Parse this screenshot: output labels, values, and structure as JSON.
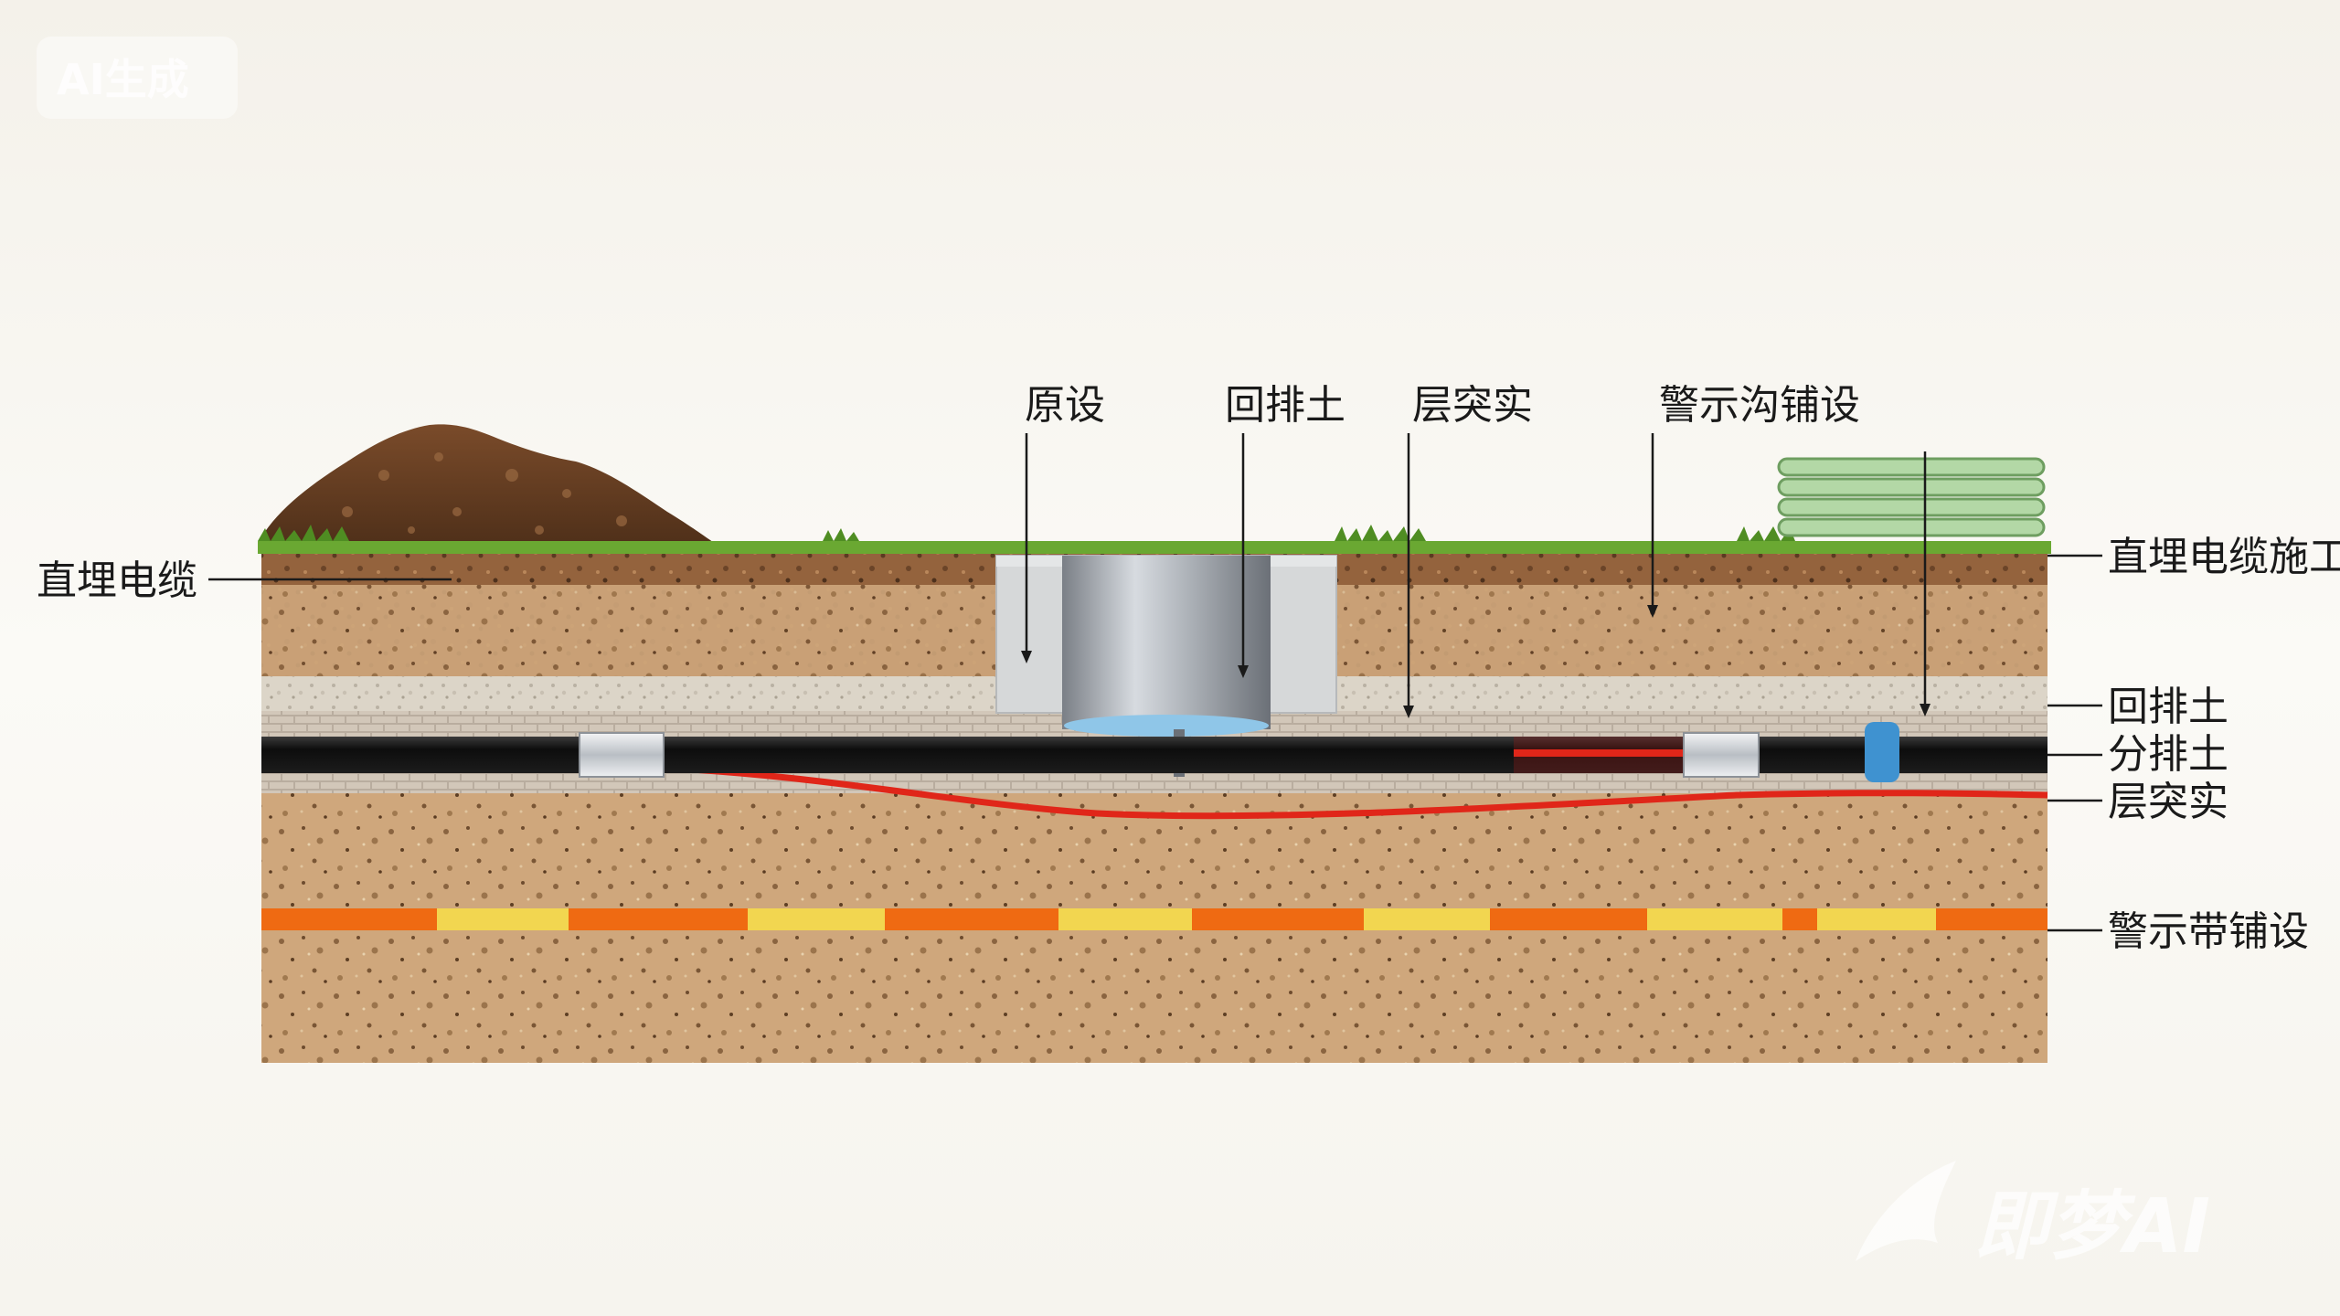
{
  "watermarks": {
    "ai_badge": "AI生成",
    "brand": "即梦AI"
  },
  "labels": {
    "top": {
      "yuanshe": "原设",
      "huipaitu": "回排土",
      "cengtushi": "层突实",
      "jingshigou": "警示沟铺设"
    },
    "left": {
      "direct_buried_cable": "直埋电缆"
    },
    "right": {
      "construction": "直埋电缆施工",
      "huipaitu": "回排土",
      "fenpaitu": "分排土",
      "cengtushi": "层突实",
      "warning_tape": "警示带铺设"
    }
  },
  "colors": {
    "topsoil": "#8a5a37",
    "subsoil": "#cda57a",
    "grass": "#6aa832",
    "cable": "#111111",
    "red_wire": "#e02619",
    "tape_orange": "#ef6a12",
    "tape_yellow": "#f2d650",
    "gravel": "#d9d2c5",
    "brick": "#b4a89a"
  },
  "icons": {
    "soil_mound": "soil-mound-icon",
    "pipe_bundle": "green-pipe-bundle-icon",
    "inspection_well": "concrete-well-icon"
  }
}
